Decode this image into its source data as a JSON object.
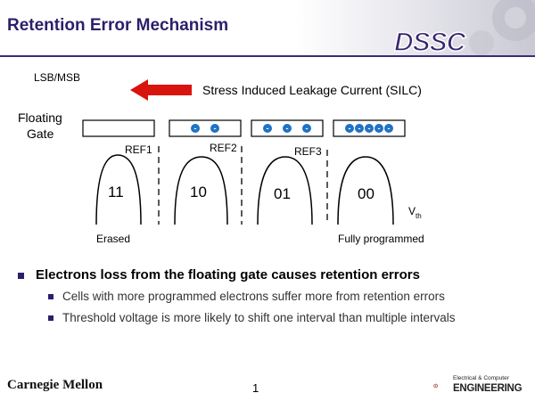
{
  "slide": {
    "title": "Retention Error Mechanism",
    "logo_text": "DSSC"
  },
  "diagram": {
    "lsb_msb": "LSB/MSB",
    "silc_label": "Stress Induced Leakage Current (SILC)",
    "floating_gate_line1": "Floating",
    "floating_gate_line2": "Gate",
    "gates": [
      {
        "electrons": 0
      },
      {
        "electrons": 2
      },
      {
        "electrons": 3
      },
      {
        "electrons": 5
      }
    ],
    "electron_symbol": "-",
    "refs": [
      "REF1",
      "REF2",
      "REF3"
    ],
    "states": [
      "11",
      "10",
      "01",
      "00"
    ],
    "axis_label": "V",
    "axis_subscript": "th",
    "erased_label": "Erased",
    "programmed_label": "Fully programmed",
    "colors": {
      "arrow": "#d9140e",
      "electron": "#1f73c4"
    }
  },
  "bullets": {
    "main": "Electrons loss from the floating gate causes retention errors",
    "sub": [
      "Cells with more programmed electrons suffer more from retention errors",
      "Threshold voltage is more likely to shift  one interval than multiple intervals"
    ]
  },
  "footer": {
    "university": "Carnegie Mellon",
    "page": "1",
    "dept_line1": "Electrical & Computer",
    "dept_line2": "ENGINEERING"
  }
}
